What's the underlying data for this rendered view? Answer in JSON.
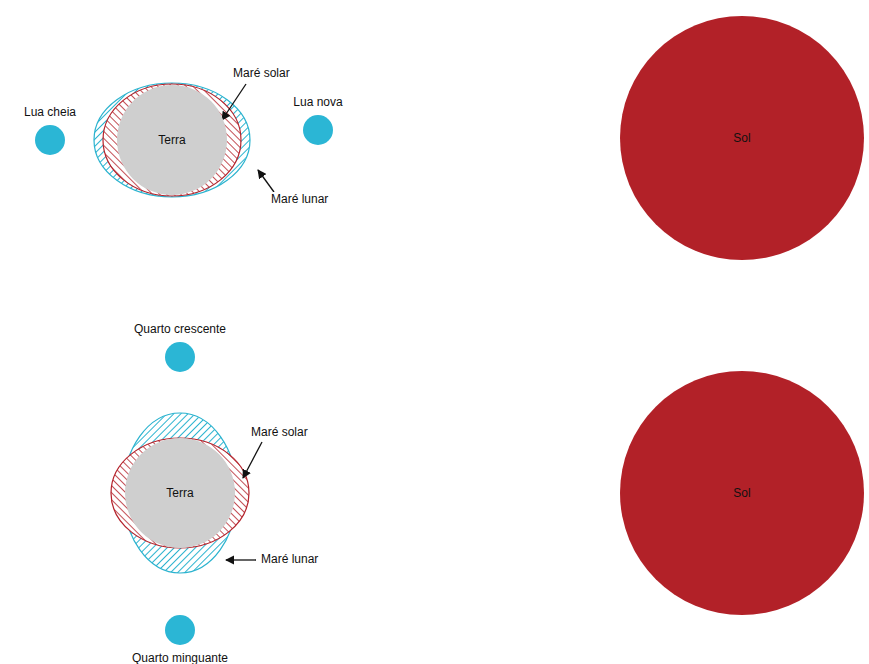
{
  "diagram": {
    "nodes": [
      {
        "text": [
          "Lua cheia"
        ]
      },
      {
        "text": [
          "Terra"
        ]
      },
      {
        "text": [
          "Lua nova"
        ]
      },
      {
        "text": [
          "Sol"
        ]
      },
      {
        "text": [
          "Quarto crescente"
        ]
      },
      {
        "text": [
          "Terra"
        ]
      },
      {
        "text": [
          "Quarto minguante"
        ]
      },
      {
        "text": [
          "Sol"
        ]
      }
    ],
    "labels": [
      "Maré solar",
      "Maré lunar",
      "Maré solar",
      "Maré lunar"
    ]
  }
}
